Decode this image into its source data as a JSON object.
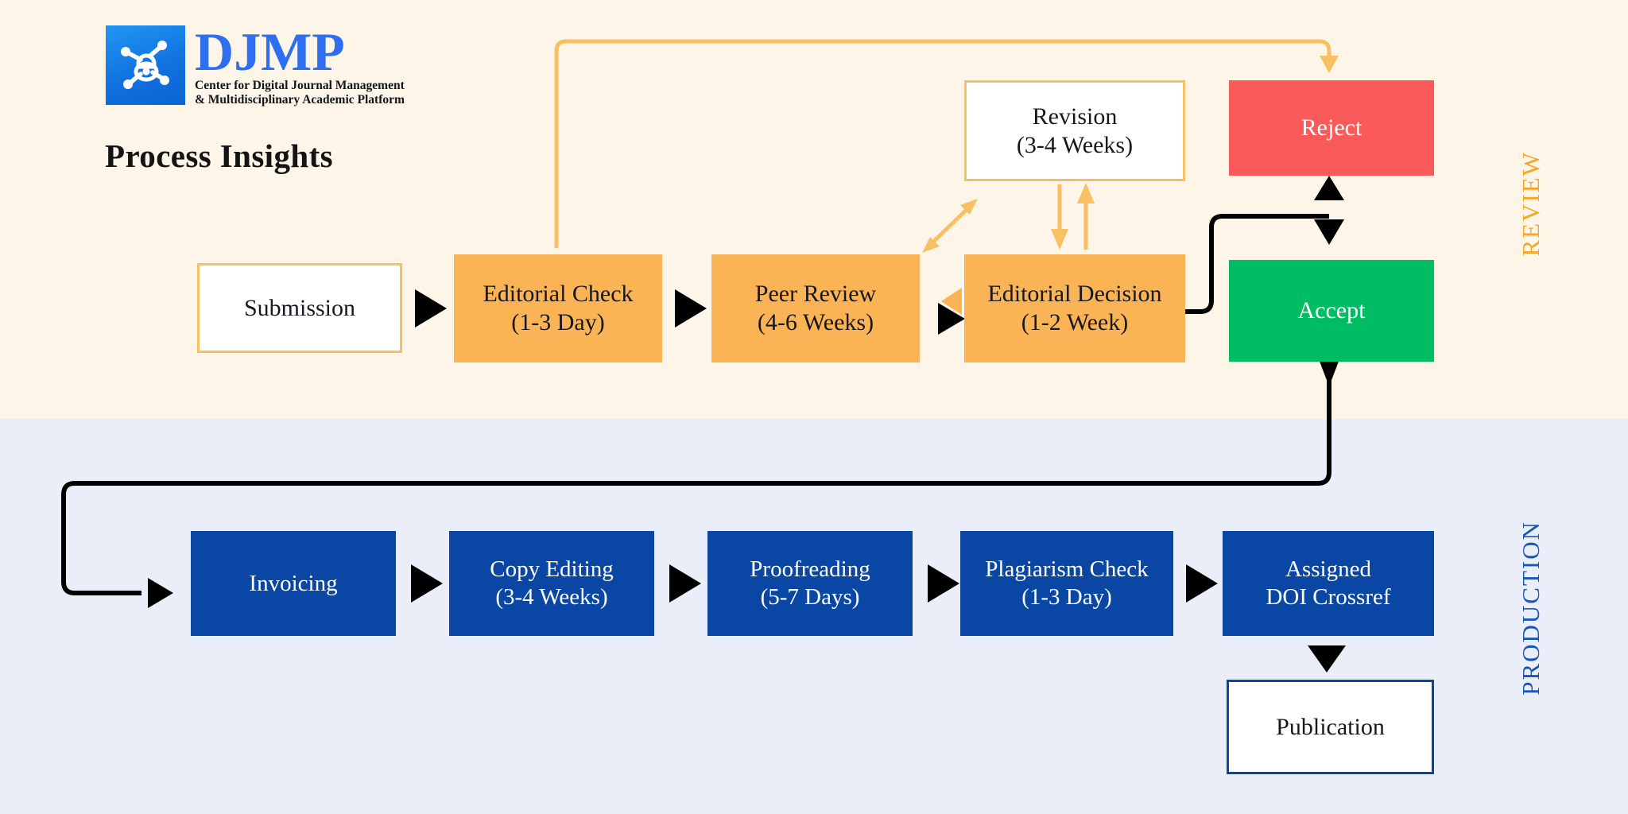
{
  "brand": {
    "logo_icon": "molecule-network-icon",
    "wordmark": "DJMP",
    "tagline_line1": "Center for Digital Journal Management",
    "tagline_line2": "& Multidisciplinary Academic Platform"
  },
  "title": "Process Insights",
  "bands": {
    "review": {
      "label": "REVIEW",
      "color": "#f5a623",
      "background": "#fdf5e7"
    },
    "production": {
      "label": "PRODUCTION",
      "color": "#1a56b8",
      "background": "#e9eef8"
    }
  },
  "colors": {
    "orange_fill": "#fbb455",
    "orange_outline": "#f9bf63",
    "red": "#fb5a5a",
    "green": "#00bd63",
    "blue": "#0a47a5",
    "black": "#000000",
    "white": "#ffffff"
  },
  "review_nodes": [
    {
      "id": "submission",
      "label": "Submission",
      "style": "outline-orange"
    },
    {
      "id": "editorial-check",
      "label": "Editorial Check\n(1-3 Day)",
      "style": "orange"
    },
    {
      "id": "peer-review",
      "label": "Peer Review\n(4-6 Weeks)",
      "style": "orange"
    },
    {
      "id": "editorial-decision",
      "label": "Editorial Decision\n(1-2 Week)",
      "style": "orange"
    },
    {
      "id": "revision",
      "label": "Revision\n(3-4 Weeks)",
      "style": "outline-orange"
    },
    {
      "id": "reject",
      "label": "Reject",
      "style": "red"
    },
    {
      "id": "accept",
      "label": "Accept",
      "style": "green"
    }
  ],
  "production_nodes": [
    {
      "id": "invoicing",
      "label": "Invoicing",
      "style": "blue"
    },
    {
      "id": "copy-editing",
      "label": "Copy Editing\n(3-4 Weeks)",
      "style": "blue"
    },
    {
      "id": "proofreading",
      "label": "Proofreading\n(5-7 Days)",
      "style": "blue"
    },
    {
      "id": "plagiarism-check",
      "label": "Plagiarism Check\n(1-3 Day)",
      "style": "blue"
    },
    {
      "id": "assigned-doi",
      "label": "Assigned\nDOI Crossref",
      "style": "blue"
    },
    {
      "id": "publication",
      "label": "Publication",
      "style": "outline-blue"
    }
  ],
  "connectors": [
    {
      "id": "submission-to-editorial-check",
      "kind": "black-triangle-right"
    },
    {
      "id": "editorial-check-to-peer-review",
      "kind": "black-triangle-right"
    },
    {
      "id": "peer-review-to-editorial-decision",
      "kind": "black-triangle-right"
    },
    {
      "id": "editorial-decision-to-peer-review",
      "kind": "orange-triangle-left"
    },
    {
      "id": "editorial-check-to-reject",
      "kind": "orange-routed-arrow-down"
    },
    {
      "id": "peer-review-to-revision",
      "kind": "orange-double-headed-diagonal"
    },
    {
      "id": "revision-to-editorial-decision",
      "kind": "orange-arrow-down"
    },
    {
      "id": "editorial-decision-to-revision",
      "kind": "orange-arrow-up"
    },
    {
      "id": "editorial-decision-to-reject",
      "kind": "black-triangle-up"
    },
    {
      "id": "editorial-decision-to-accept",
      "kind": "black-triangle-down"
    },
    {
      "id": "accept-to-invoicing",
      "kind": "black-routed-arrow"
    },
    {
      "id": "invoicing-to-copy-editing",
      "kind": "black-triangle-right"
    },
    {
      "id": "copy-editing-to-proofreading",
      "kind": "black-triangle-right"
    },
    {
      "id": "proofreading-to-plagiarism-check",
      "kind": "black-triangle-right"
    },
    {
      "id": "plagiarism-check-to-assigned-doi",
      "kind": "black-triangle-right"
    },
    {
      "id": "assigned-doi-to-publication",
      "kind": "black-triangle-down"
    }
  ]
}
